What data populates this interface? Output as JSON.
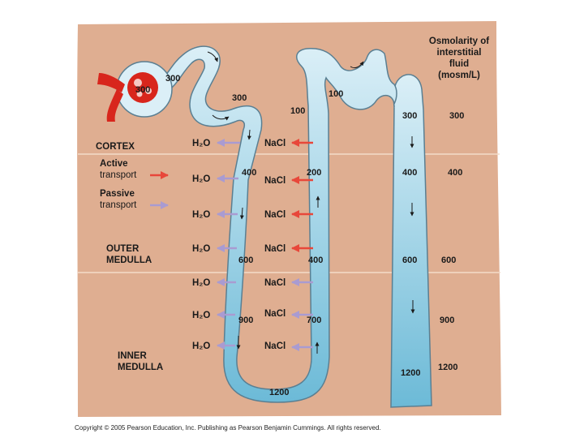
{
  "header": {
    "line1": "Osmolarity of",
    "line2": "interstitial",
    "line3": "fluid",
    "line4": "(mosm/L)"
  },
  "zones": {
    "cortex": "CORTEX",
    "outer_line1": "OUTER",
    "outer_line2": "MEDULLA",
    "inner_line1": "INNER",
    "inner_line2": "MEDULLA"
  },
  "legend": {
    "active_line1": "Active",
    "active_line2": "transport",
    "passive_line1": "Passive",
    "passive_line2": "transport"
  },
  "colors": {
    "background": "#dfae91",
    "tubule_fill": "#a9d6e8",
    "tubule_outline": "#5a7f92",
    "active_arrow": "#e8473a",
    "passive_arrow": "#a99bd1",
    "glomerulus": "#d8261c"
  },
  "substances": {
    "water": "H₂O",
    "salt": "NaCl"
  },
  "tubule_values": {
    "glomerulus": "300",
    "proximal": "300",
    "descending_start": "300",
    "dct_start": "100",
    "dct": "100",
    "descending_400": "400",
    "ascending_200": "200",
    "descending_600": "600",
    "ascending_400": "400",
    "descending_900": "900",
    "ascending_700": "700",
    "loop_bottom": "1200",
    "collecting_300": "300",
    "collecting_400": "400",
    "collecting_600": "600",
    "collecting_1200": "1200"
  },
  "interstitial": [
    "300",
    "400",
    "600",
    "900",
    "1200"
  ],
  "copyright": "Copyright © 2005 Pearson Education, Inc. Publishing as Pearson Benjamin Cummings. All rights reserved."
}
